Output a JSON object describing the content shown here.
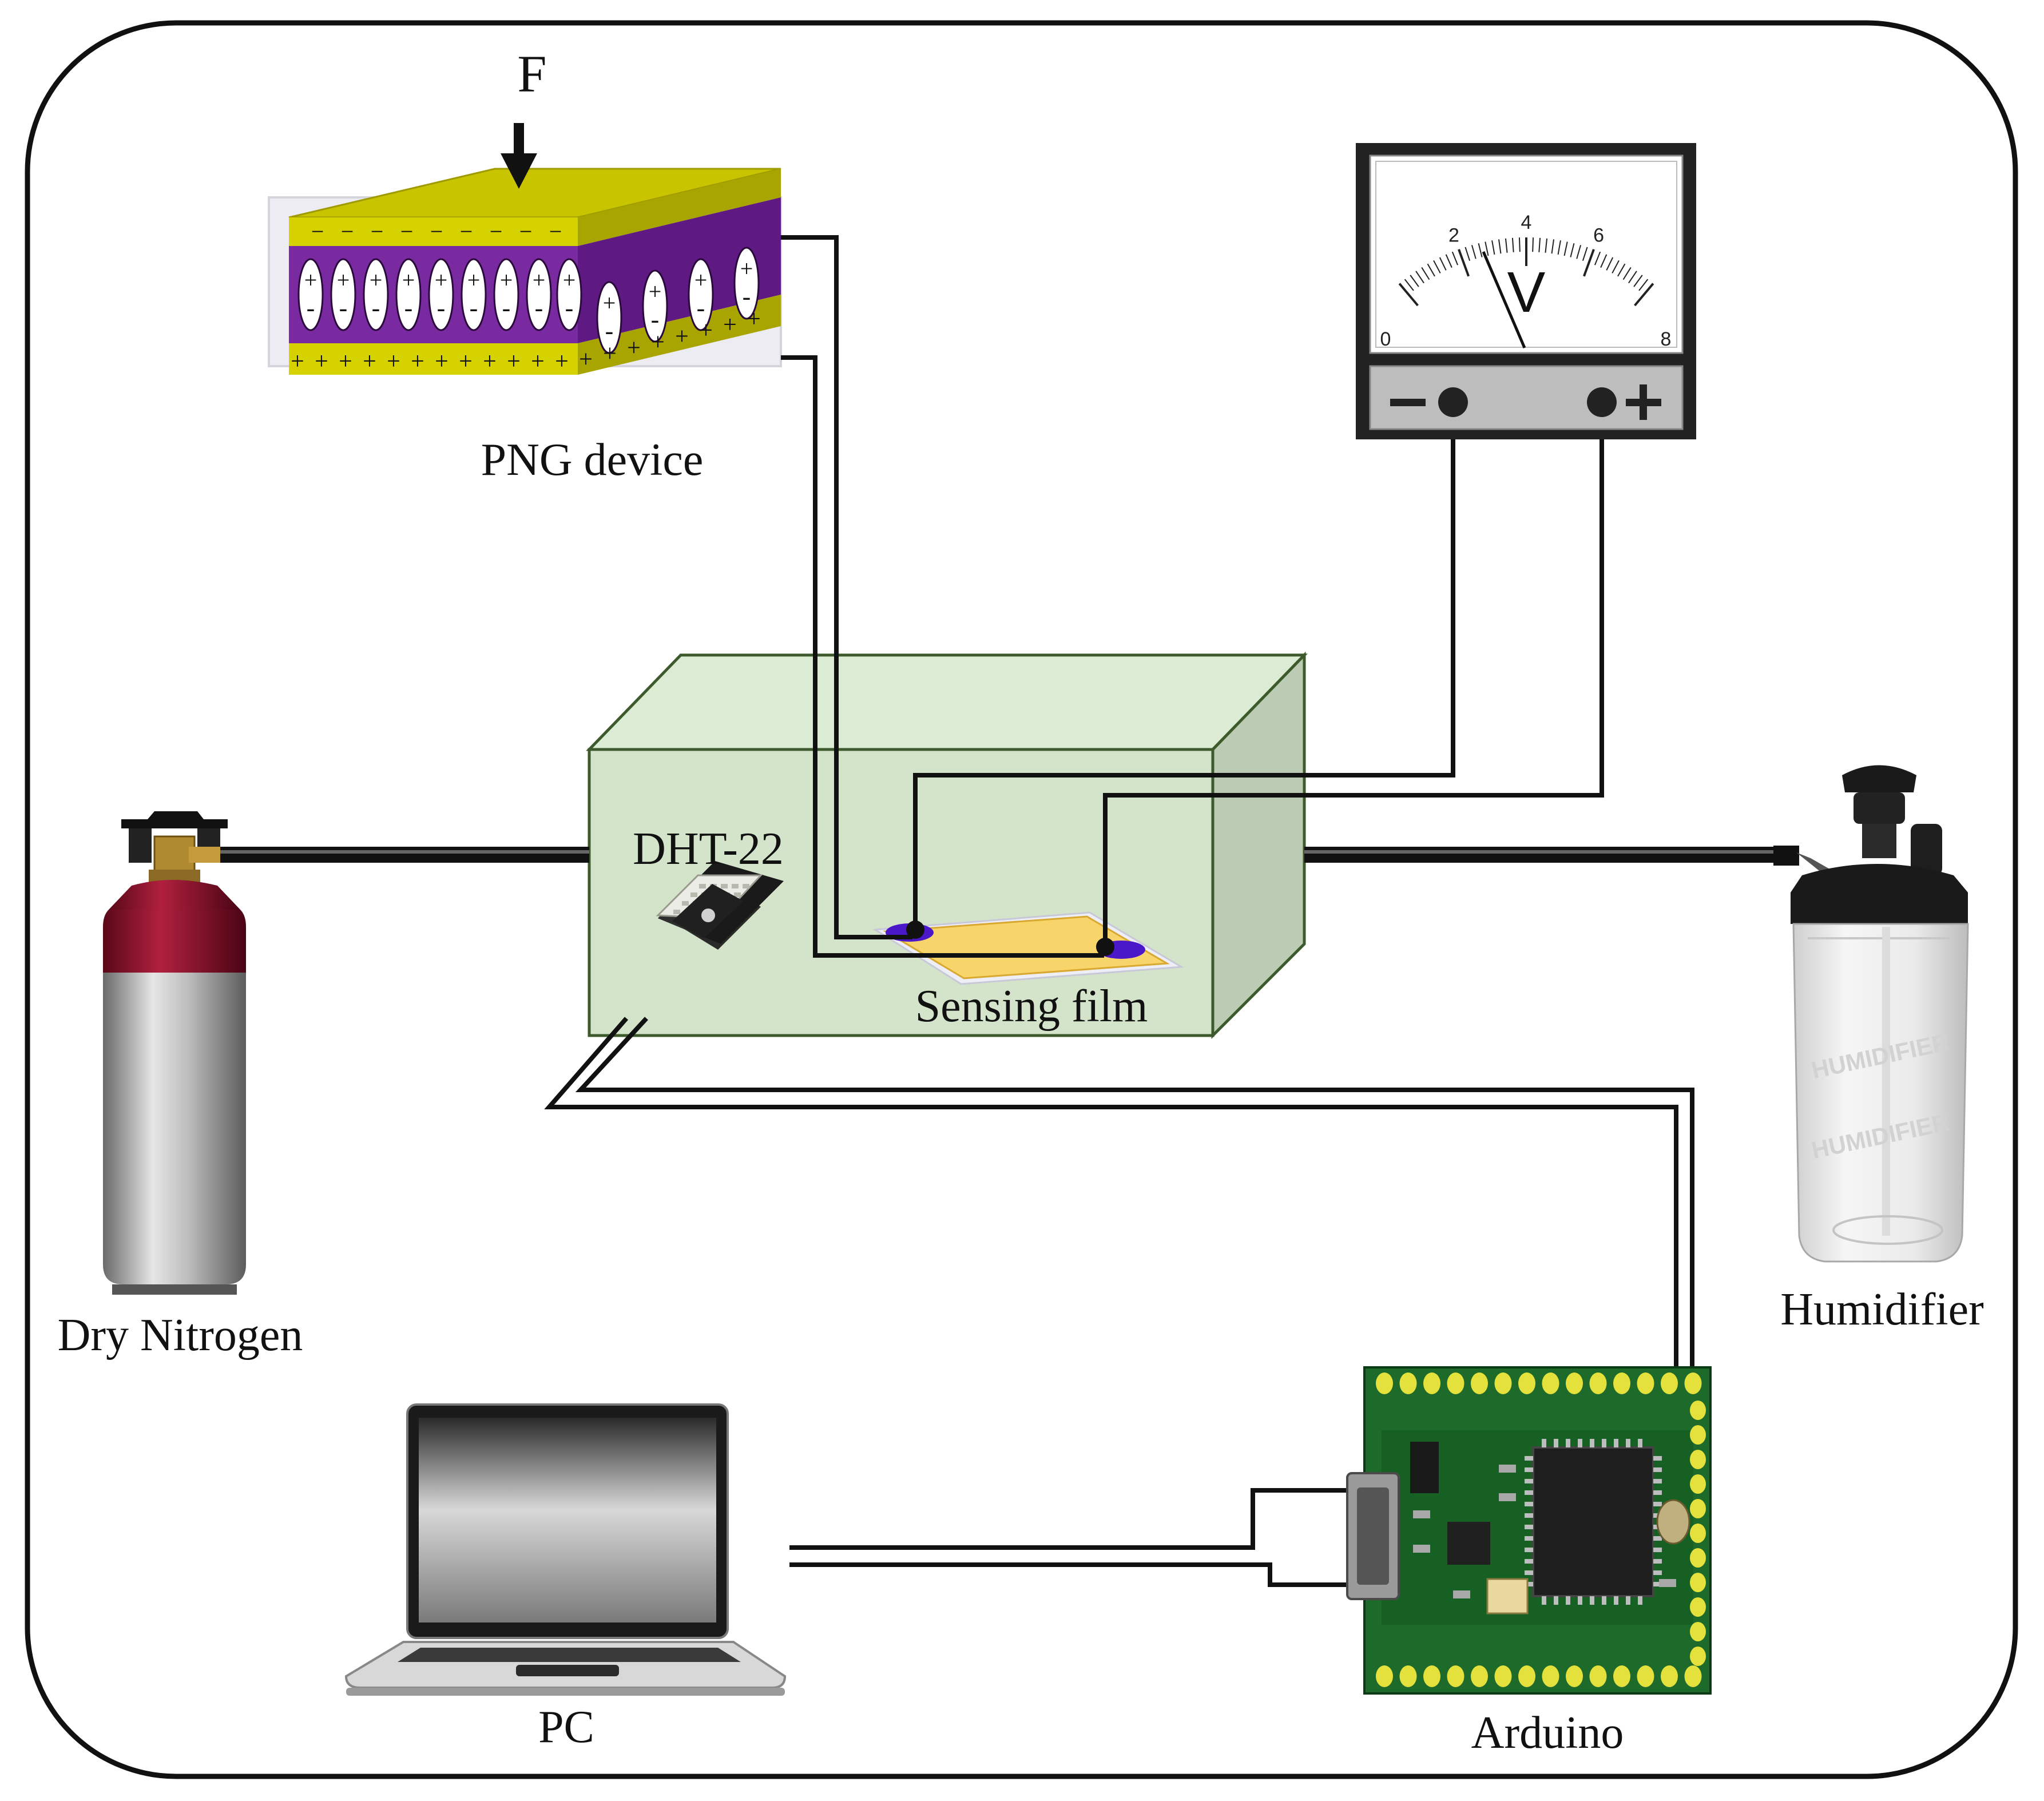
{
  "labels": {
    "force": "F",
    "png_device": "PNG device",
    "sensor": "DHT-22",
    "sensing_film": "Sensing film",
    "dry_nitrogen": "Dry Nitrogen",
    "humidifier": "Humidifier",
    "pc": "PC",
    "arduino": "Arduino"
  },
  "voltmeter": {
    "unit": "V",
    "scale_ticks": [
      "0",
      "2",
      "4",
      "6",
      "8"
    ],
    "minus_sign": "−",
    "plus_sign": "+"
  },
  "png_charges": {
    "top_sign": "−",
    "bottom_sign": "+",
    "dipole_plus": "+",
    "dipole_minus": "-"
  },
  "humidifier_branding": [
    "HUMIDIFIER",
    "HUMIDIFIER"
  ],
  "colors": {
    "frame": "#111111",
    "png_electrode": "#c8c400",
    "png_core": "#7a2aa0",
    "chamber_fill": "#dcebd4",
    "chamber_stroke": "#3c5a2c",
    "film": "#f7d56a",
    "film_contact": "#4a18c8",
    "cylinder_cap": "#8c1030",
    "cylinder_body": "#b4b4b4",
    "pcb": "#1d6a2a",
    "pcb_pad": "#e4e03c",
    "sensor_body": "#ecece6"
  }
}
